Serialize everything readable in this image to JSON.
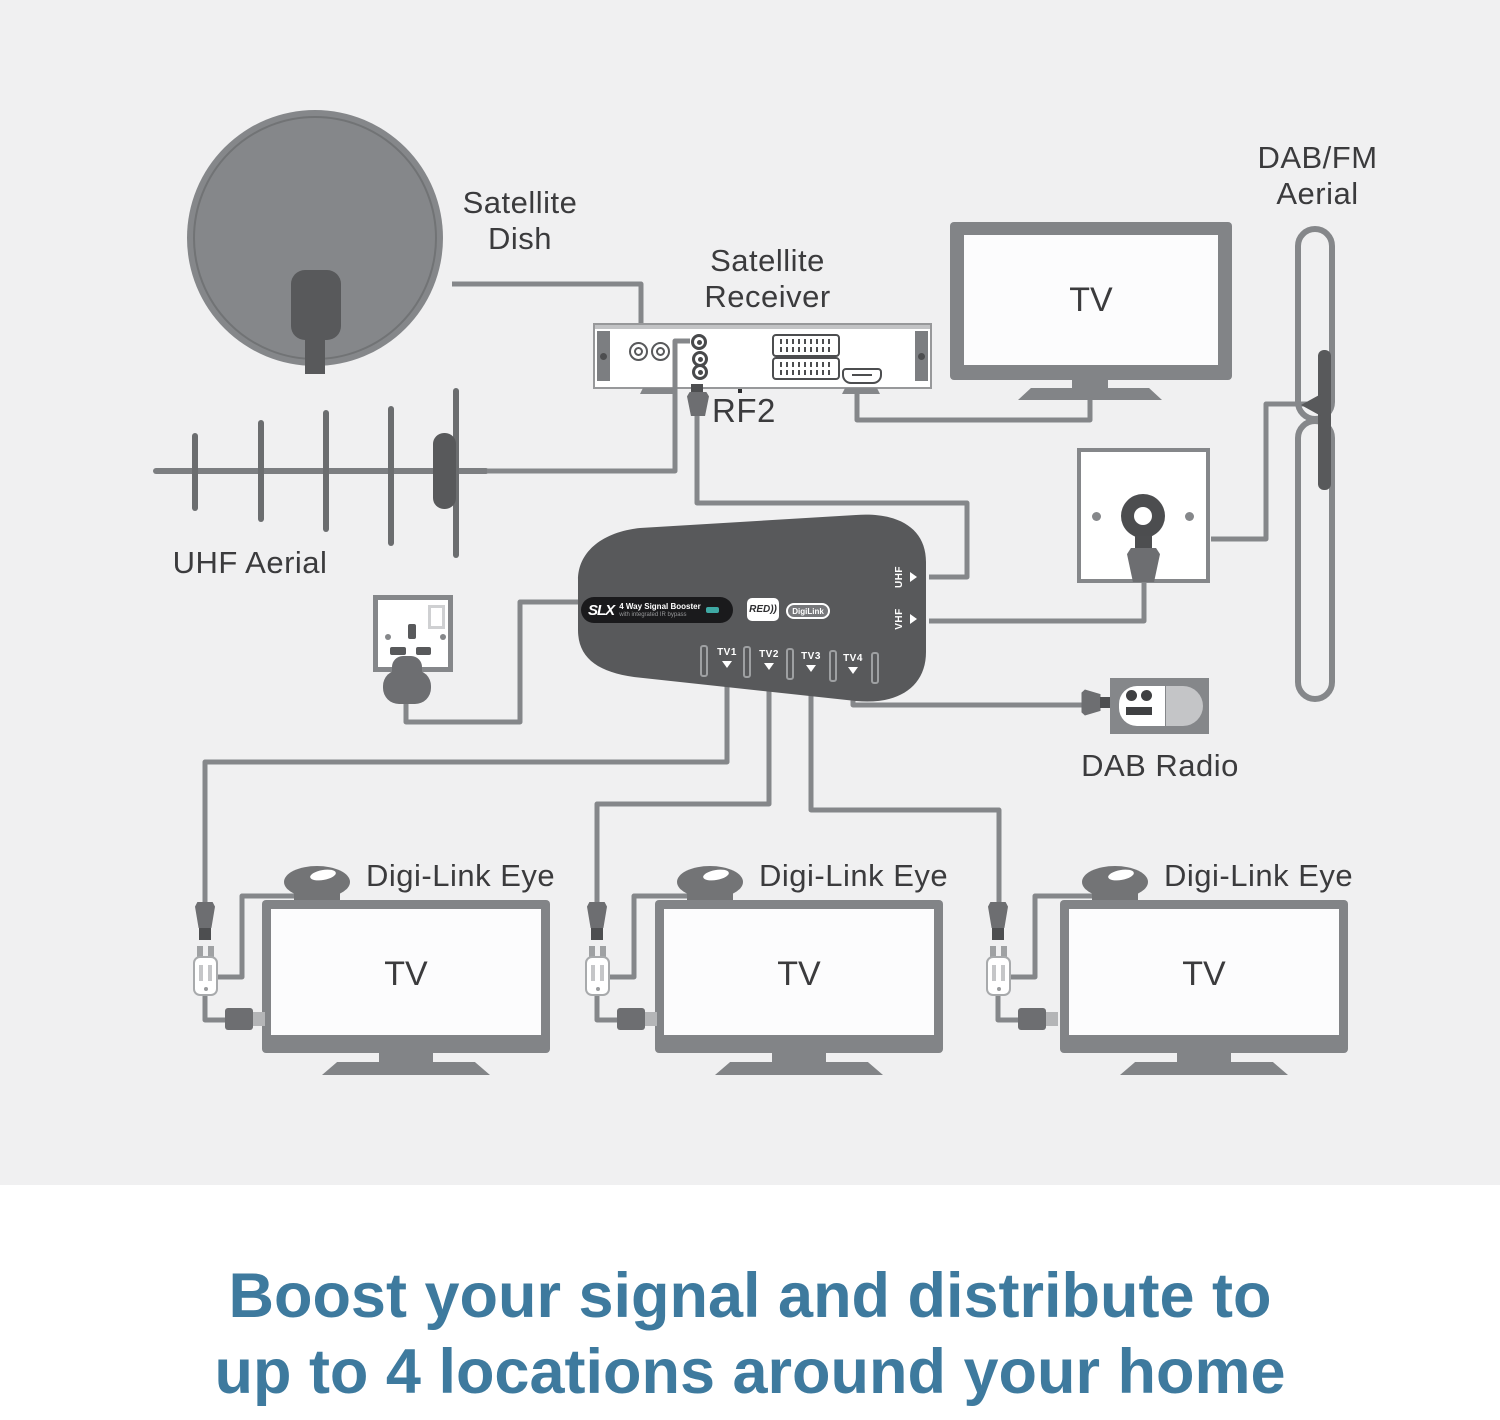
{
  "labels": {
    "satellite_dish": [
      "Satellite",
      "Dish"
    ],
    "satellite_receiver": [
      "Satellite",
      "Receiver"
    ],
    "dab_fm_aerial": [
      "DAB/FM",
      "Aerial"
    ],
    "uhf_aerial": "UHF Aerial",
    "rf2": "RF2",
    "dab_radio": "DAB Radio",
    "digi_link_eye": "Digi-Link Eye",
    "tv": "TV"
  },
  "booster": {
    "brand": "SLX",
    "title": "4 Way Signal Booster",
    "subtitle": "with integrated IR bypass",
    "red_badge": "RED))",
    "digilink_badge": "DigiLink",
    "outputs": [
      "TV1",
      "TV2",
      "TV3",
      "TV4"
    ],
    "input_uhf": "UHF",
    "input_vhf": "VHF"
  },
  "tagline": {
    "line1": "Boost your signal and distribute to",
    "line2": "up to 4 locations around your home"
  },
  "colors": {
    "background": "#f0f0f1",
    "cable": "#85878a",
    "device_gray": "#828487",
    "dark_gray": "#58595b",
    "plug_gray": "#6d6e71",
    "teal_led": "#3fa9a4",
    "text": "#3b3b3d",
    "tagline": "#3e7a9e"
  }
}
